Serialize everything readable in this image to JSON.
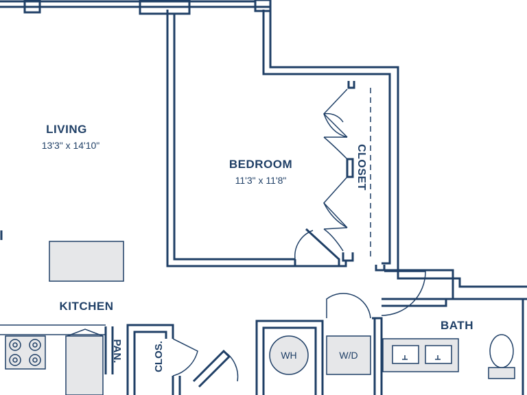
{
  "rooms": {
    "living": {
      "name": "LIVING",
      "dims": "13'3\" x 14'10\""
    },
    "bedroom": {
      "name": "BEDROOM",
      "dims": "11'3\" x 11'8\""
    },
    "kitchen": {
      "name": "KITCHEN"
    },
    "bath": {
      "name": "BATH"
    },
    "closet": {
      "name": "CLOSET"
    },
    "pantry": {
      "name": "PAN."
    },
    "clos": {
      "name": "CLOS."
    }
  },
  "fixtures": {
    "water_heater": "WH",
    "washer_dryer": "W/D"
  },
  "colors": {
    "wall": "#1f3f66",
    "fixture_fill": "#e6e7e9",
    "background": "#ffffff"
  }
}
